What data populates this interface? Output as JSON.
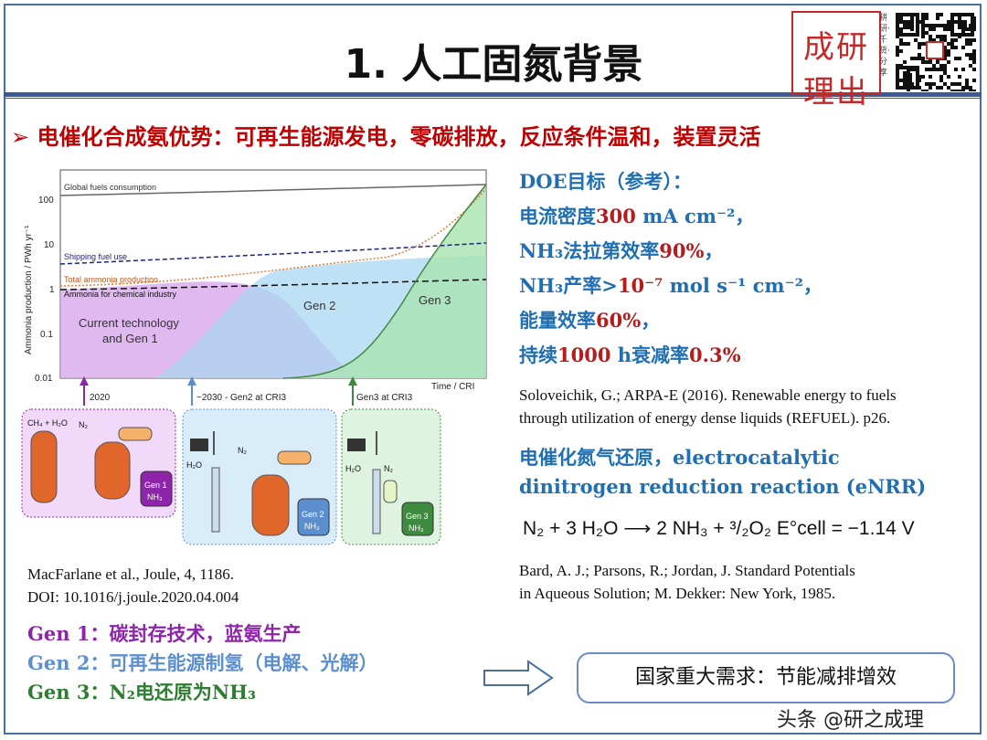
{
  "title": "1. 人工固氮背景",
  "logo": {
    "text": "成研理出",
    "side_text": "耕研·千货·分享"
  },
  "subtitle": "电催化合成氨优势：可再生能源发电，零碳排放，反应条件温和，装置灵活",
  "subtitle_marker": "➢",
  "figure": {
    "ylabel": "Ammonia production / PWh yr⁻¹",
    "xlabel": "Time / CRI",
    "yticks": [
      "100",
      "10",
      "1",
      "0.1",
      "0.01"
    ],
    "curves": {
      "global": "Global fuels consumption",
      "shipping": "Shipping fuel use",
      "total": "Total ammonia production",
      "chemical": "Ammonia for chemical industry"
    },
    "regions": {
      "gen1": "Current technology and Gen 1",
      "gen1_line1": "Current technology",
      "gen1_line2": "and Gen 1",
      "gen2": "Gen 2",
      "gen3": "Gen 3"
    },
    "markers": {
      "m1": "2020",
      "m2": "~2030 - Gen2 at CRI3",
      "m3": "Gen3 at CRI3"
    },
    "schematic": {
      "ch4": "CH₄ + H₂O",
      "n2": "N₂",
      "h2o": "H₂O",
      "tank1": "Gen 1",
      "tank2": "Gen 2",
      "tank3": "Gen 3",
      "nh3": "NH₃"
    },
    "colors": {
      "gen1": "#d9a8ee",
      "gen2": "#a9d7f2",
      "gen3": "#a9e3b0",
      "purple": "#8e24aa",
      "blue": "#5b8fd0",
      "green": "#3e8a3e"
    }
  },
  "ref1": {
    "line1": "MacFarlane et al., Joule, 4, 1186.",
    "line2": "DOI: 10.1016/j.joule.2020.04.004"
  },
  "doe": {
    "heading": "DOE目标（参考）：",
    "l1_pre": "电流密度",
    "l1_val": "300",
    "l1_unit": " mA cm⁻²，",
    "l2_pre": "NH₃法拉第效率",
    "l2_val": "90%",
    "l2_post": "，",
    "l3_pre": "NH₃产率>",
    "l3_val": "10⁻⁷",
    "l3_unit": " mol s⁻¹ cm⁻²，",
    "l4_pre": "能量效率",
    "l4_val": "60%",
    "l4_post": "，",
    "l5_pre": "持续",
    "l5_val": "1000",
    "l5_mid": " h衰减率",
    "l5_val2": "0.3%"
  },
  "ref2": {
    "line1": "Soloveichik, G.; ARPA-E (2016). Renewable energy to fuels",
    "line2": "through utilization of energy dense liquids (REFUEL). p26."
  },
  "enrr": {
    "line1": "电催化氮气还原，electrocatalytic",
    "line2": "dinitrogen reduction reaction (eNRR)"
  },
  "equation": "N₂ + 3 H₂O ⟶ 2 NH₃ + ³/₂O₂   E°cell = −1.14 V",
  "ref3": {
    "line1": "Bard, A. J.; Parsons, R.; Jordan, J. Standard Potentials",
    "line2": "in Aqueous Solution; M. Dekker: New York, 1985."
  },
  "gens": [
    {
      "label": "Gen 1：",
      "text": "碳封存技术，蓝氨生产",
      "color": "#8e24aa"
    },
    {
      "label": "Gen 2：",
      "text": "可再生能源制氢（电解、光解）",
      "color": "#5b8fd0"
    },
    {
      "label": "Gen 3：",
      "text": "N₂电还原为NH₃",
      "color": "#2e7d32"
    }
  ],
  "box_text": "国家重大需求：节能减排增效",
  "watermark": "头条 @研之成理"
}
